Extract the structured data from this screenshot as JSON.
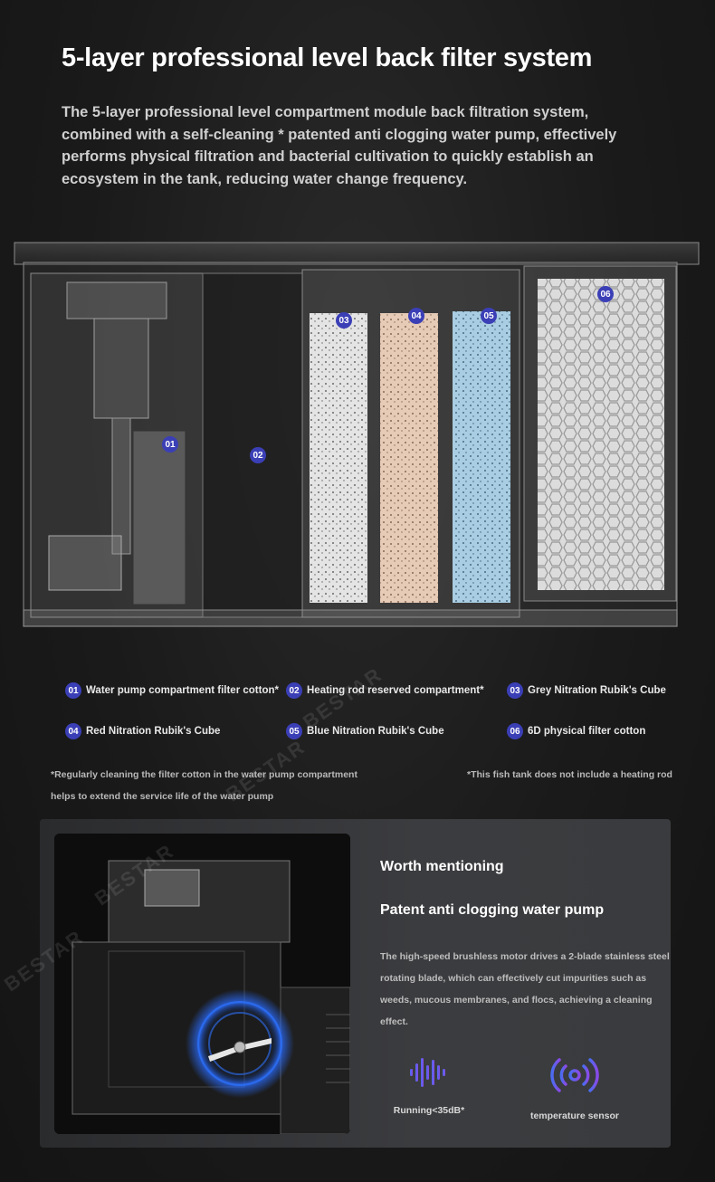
{
  "header": {
    "title": "5-layer professional level back filter system",
    "intro": "The 5-layer professional level compartment module back filtration system, combined with a self-cleaning * patented anti clogging water pump, effectively performs physical filtration and bacterial cultivation to quickly establish an ecosystem in the tank, reducing water change frequency."
  },
  "diagram": {
    "markers": [
      "01",
      "02",
      "03",
      "04",
      "05",
      "06"
    ]
  },
  "watermark": "BESTAR",
  "legend": [
    {
      "num": "01",
      "label": "Water pump compartment filter cotton*"
    },
    {
      "num": "02",
      "label": "Heating rod reserved compartment*"
    },
    {
      "num": "03",
      "label": "Grey Nitration Rubik's Cube"
    },
    {
      "num": "04",
      "label": "Red Nitration Rubik's Cube"
    },
    {
      "num": "05",
      "label": "Blue Nitration Rubik's Cube"
    },
    {
      "num": "06",
      "label": "6D physical filter cotton"
    }
  ],
  "notes": {
    "left_line1": "*Regularly cleaning the filter cotton in the water pump compartment",
    "left_line2": "helps to extend the service life of the water pump",
    "right": "*This fish tank does not include a heating rod"
  },
  "feature_card": {
    "heading": "Worth mentioning",
    "subheading": "Patent anti clogging water pump",
    "description": "The high-speed brushless motor drives a 2-blade stainless steel rotating blade, which can effectively cut impurities such as weeds, mucous membranes, and flocs, achieving a cleaning effect.",
    "features": [
      {
        "icon": "sound-wave-icon",
        "label": "Running<35dB*"
      },
      {
        "icon": "signal-broadcast-icon",
        "label": "temperature sensor"
      }
    ]
  },
  "colors": {
    "marker": "#3b3fb6",
    "grey_media": "#d9d9d9",
    "red_media": "#e2c6b0",
    "blue_media": "#a8cce0",
    "icon_gradient_start": "#4a6cf0",
    "icon_gradient_end": "#8a4ae6"
  }
}
